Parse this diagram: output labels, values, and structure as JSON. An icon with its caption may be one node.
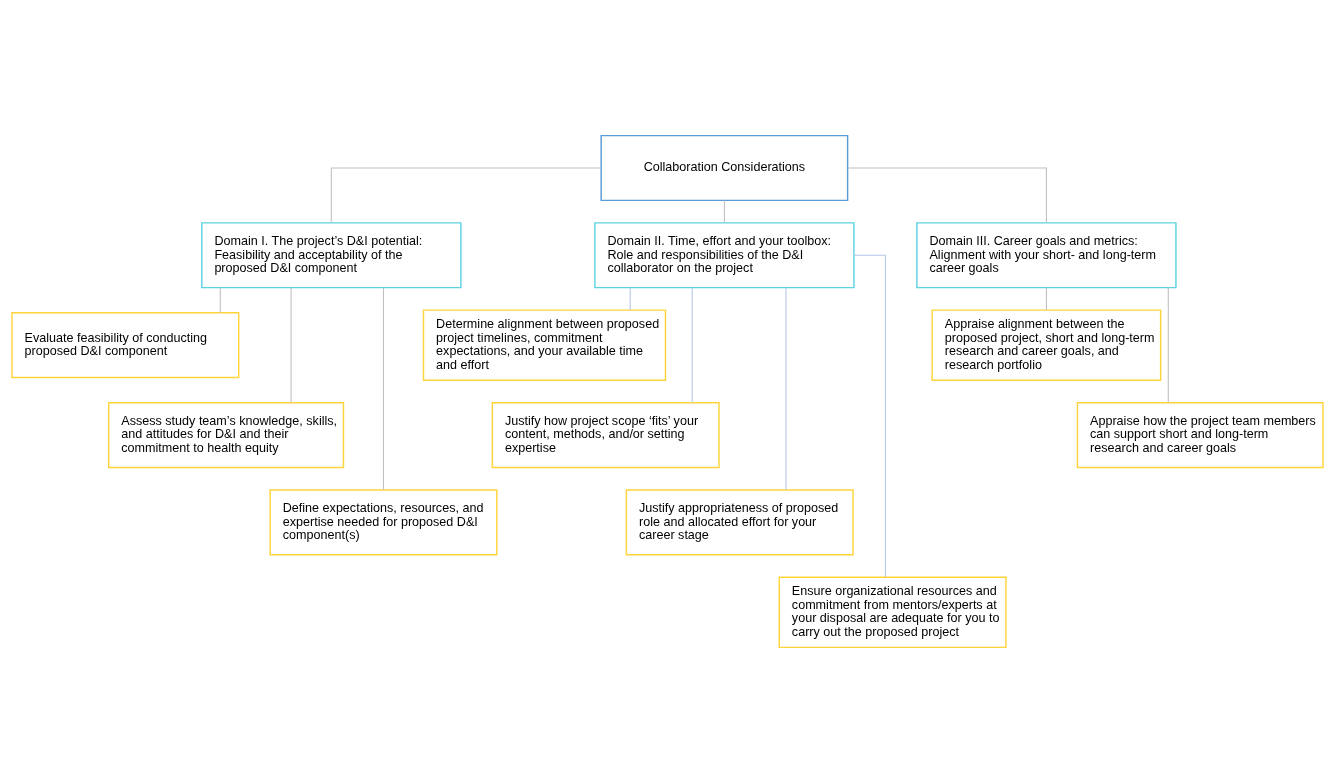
{
  "diagram": {
    "nodes": [
      {
        "text": [
          "Collaboration Considerations"
        ]
      },
      {
        "text": [
          "Domain I. The project’s D&I potential:",
          "Feasibility and acceptability of the proposed D&I component"
        ]
      },
      {
        "text": [
          "Domain II. Time, effort and your toolbox:",
          "Role and responsibilities of the D&I collaborator on the project"
        ]
      },
      {
        "text": [
          "Domain III. Career goals and metrics:",
          "Alignment with your short- and long-term career goals"
        ]
      },
      {
        "text": [
          "Evaluate feasibility of conducting proposed D&I component"
        ]
      },
      {
        "text": [
          "Assess study team’s knowledge, skills, and attitudes for D&I and their commitment to health equity"
        ]
      },
      {
        "text": [
          "Define expectations, resources, and expertise needed for proposed D&I component(s)"
        ]
      },
      {
        "text": [
          "Determine alignment between proposed project timelines, commitment expectations, and your available time and effort"
        ]
      },
      {
        "text": [
          "Justify how project scope ‘fits’ your content, methods, and/or setting expertise"
        ]
      },
      {
        "text": [
          "Justify appropriateness of proposed role and allocated effort for your career stage"
        ]
      },
      {
        "text": [
          "Ensure organizational resources and commitment from mentors/experts at your disposal are adequate for you to carry out the proposed project"
        ]
      },
      {
        "text": [
          "Appraise alignment between the proposed project, short and long-term research and career goals, and research portfolio"
        ]
      },
      {
        "text": [
          "Appraise how the project team members can support short and long-term research and career goals"
        ]
      }
    ],
    "edges": [
      {
        "from": 0,
        "to": 1,
        "arrow": "none"
      },
      {
        "from": 0,
        "to": 2,
        "arrow": "none"
      },
      {
        "from": 0,
        "to": 3,
        "arrow": "none"
      },
      {
        "from": 1,
        "to": 4,
        "arrow": "none"
      },
      {
        "from": 1,
        "to": 5,
        "arrow": "none"
      },
      {
        "from": 1,
        "to": 6,
        "arrow": "none"
      },
      {
        "from": 2,
        "to": 7,
        "arrow": "none",
        "color": "#b4c7e7"
      },
      {
        "from": 2,
        "to": 8,
        "arrow": "none",
        "color": "#b4c7e7"
      },
      {
        "from": 2,
        "to": 9,
        "arrow": "none",
        "color": "#b4c7e7"
      },
      {
        "from": 2,
        "to": 10,
        "arrow": "none",
        "color": "#b4c7e7"
      },
      {
        "from": 3,
        "to": 11,
        "arrow": "none"
      },
      {
        "from": 3,
        "to": 12,
        "arrow": "none"
      }
    ]
  }
}
